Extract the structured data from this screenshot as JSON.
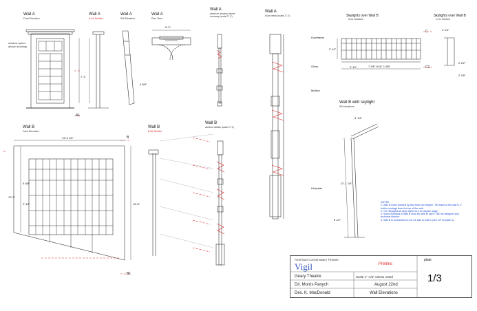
{
  "top_views": {
    "front": {
      "title": "Wall A",
      "sub": "Front Elevation"
    },
    "a1": {
      "title": "Wall A",
      "sub": "A-A1 Section"
    },
    "sw": {
      "title": "Wall A",
      "sub": "SW Elevation"
    },
    "plan": {
      "title": "Wall A",
      "sub": "Plan View"
    },
    "window": {
      "title": "Wall A",
      "sub": "detail on window above doorway (scale 2\"-1')"
    },
    "door": {
      "title": "Wall A",
      "sub": "Door detail (scale 2\"-1')"
    },
    "sky_b": {
      "title": "Skylights over Wall B",
      "sub": "front elevation"
    },
    "sky_c": {
      "title": "Skylights over Wall B",
      "sub": "C-C1 Section"
    }
  },
  "bottom_views": {
    "front": {
      "title": "Wall B",
      "sub": "Front Elevation"
    },
    "b1": {
      "title": "Wall B",
      "sub": "B-B1 Section"
    },
    "window": {
      "title": "Wall B",
      "sub": "window details (scale 2\"-1')"
    },
    "sky": {
      "title": "Wall B with skylight",
      "sub": "SR elevations"
    }
  },
  "callouts": {
    "window_opens": "window opens above doorway",
    "doorframe": "Doorframe",
    "glass": "Glass",
    "mullion": "Mullion",
    "kickplate": "Kickplate",
    "a1": "A1",
    "b": "B",
    "b1": "B1",
    "c": "C",
    "c1": "C1"
  },
  "dimensions": {
    "plan_width": "6'-2\"",
    "wallb_width": "13'-4 1/2\"",
    "wallb_height": "12'-5\"",
    "wallb_height2": "16'-8\"",
    "wallb_mid": "2'-10\"",
    "wallb_mid2": "5 5/8\"",
    "doorheight": "7'-1\"",
    "sky_depth": "2'-10\"",
    "sky_right": "3 1/4\"",
    "sky_right2": "2 1/2\"",
    "sky_right3": "2 7/8\"",
    "skyline": "2'-10\"",
    "b_sky_height": "12'-1 1/4\"",
    "b_sky_top": "3' 1/4\"",
    "angle_b": "8 1/2\"",
    "sw_angle": "4 5/8\"",
    "sky_b_widths": "7 3/8\" 9/16\" 1 5/8\""
  },
  "notes": {
    "title": "NOTES",
    "lines": [
      "1. Wall B leans forward by less than one degree. The base of the wall is 1\" further upstage than the top of the wall.",
      "2. The Skylights sit atop wall B at a 40 degree angle.",
      "3. Some windows in Wall B must be able to open: TBD by designer and technical director.",
      "4. Wall B is connected on the SL side to wall C (see DP on plate 3)."
    ]
  },
  "title_block": {
    "org": "American Conservatory Theatre",
    "show": "Vigil",
    "status": "Prelims",
    "venue": "Geary Theatre",
    "scale": "Scale 1\" :1/4\" unless noted",
    "director": "Dir. Morris Panych",
    "date": "August 22nd",
    "designer": "Des. K. MacDonald",
    "sheet_title": "Wall Elevations",
    "plate_label": "plate",
    "plate": "1/3"
  }
}
